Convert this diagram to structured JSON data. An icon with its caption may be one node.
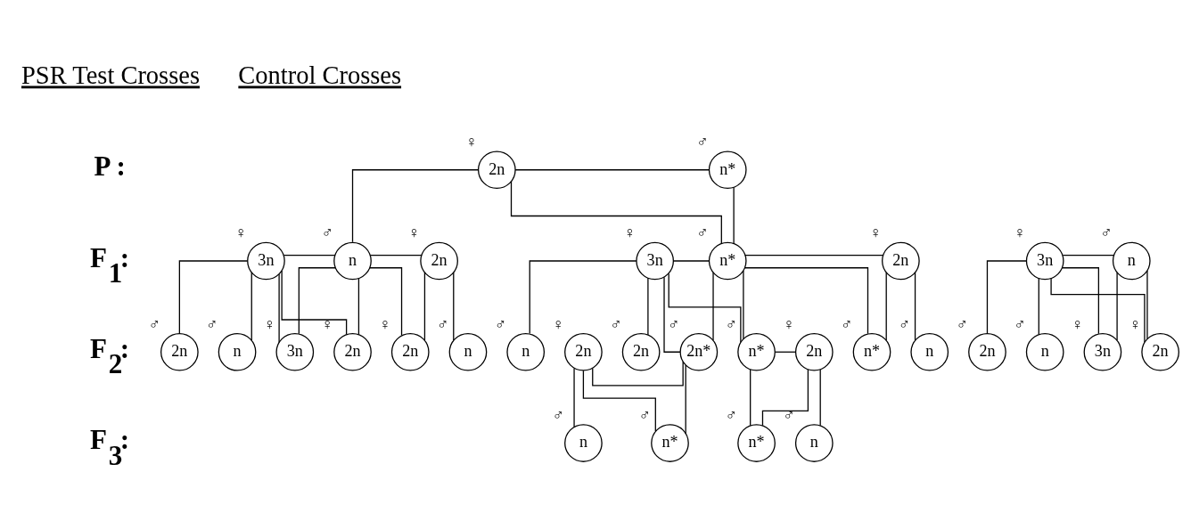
{
  "diagram": {
    "nodes": [
      {
        "text": [
          "2n"
        ],
        "beside": [
          "♀"
        ]
      },
      {
        "text": [
          "n*"
        ],
        "beside": [
          "♂"
        ]
      },
      {
        "text": [
          "3n"
        ],
        "beside": [
          "♀"
        ]
      },
      {
        "text": [
          "n"
        ],
        "beside": [
          "♂"
        ]
      },
      {
        "text": [
          "2n"
        ],
        "beside": [
          "♀"
        ]
      },
      {
        "text": [
          "3n"
        ],
        "beside": [
          "♀"
        ]
      },
      {
        "text": [
          "n*"
        ],
        "beside": [
          "♂"
        ]
      },
      {
        "text": [
          "2n"
        ],
        "beside": [
          "♀"
        ]
      },
      {
        "text": [
          "3n"
        ],
        "beside": [
          "♀"
        ]
      },
      {
        "text": [
          "n"
        ],
        "beside": [
          "♂"
        ]
      },
      {
        "text": [
          "2n"
        ],
        "beside": [
          "♂"
        ]
      },
      {
        "text": [
          "n"
        ],
        "beside": [
          "♂"
        ]
      },
      {
        "text": [
          "3n"
        ],
        "beside": [
          "♀"
        ]
      },
      {
        "text": [
          "2n"
        ],
        "beside": [
          "♀"
        ]
      },
      {
        "text": [
          "2n"
        ],
        "beside": [
          "♀"
        ]
      },
      {
        "text": [
          "n"
        ],
        "beside": [
          "♂"
        ]
      },
      {
        "text": [
          "2n"
        ],
        "beside": [
          "♂"
        ]
      },
      {
        "text": [
          "n"
        ],
        "beside": [
          "♂"
        ]
      },
      {
        "text": [
          "2n"
        ],
        "beside": [
          "♀"
        ]
      },
      {
        "text": [
          "2n*"
        ],
        "beside": [
          "♂"
        ]
      },
      {
        "text": [
          "2n"
        ],
        "beside": [
          "♀"
        ]
      },
      {
        "text": [
          "n*"
        ],
        "beside": [
          "♂"
        ]
      },
      {
        "text": [
          "n*"
        ],
        "beside": [
          "♂"
        ]
      },
      {
        "text": [
          "n"
        ],
        "beside": [
          "♂"
        ]
      },
      {
        "text": [
          "2n"
        ],
        "beside": [
          "♂"
        ]
      },
      {
        "text": [
          "n"
        ],
        "beside": [
          "♂"
        ]
      },
      {
        "text": [
          "3n"
        ],
        "beside": [
          "♀"
        ]
      },
      {
        "text": [
          "2n"
        ],
        "beside": [
          "♀"
        ]
      },
      {
        "text": [
          "n"
        ],
        "beside": [
          "♂"
        ]
      },
      {
        "text": [
          "n*"
        ],
        "beside": [
          "♂"
        ]
      },
      {
        "text": [
          "n"
        ],
        "beside": [
          "♂"
        ]
      },
      {
        "text": [
          "n*"
        ],
        "beside": [
          "♂"
        ]
      }
    ],
    "edges": [
      {
        "from": 0,
        "to": 1,
        "arrow": "none"
      },
      {
        "from": 0,
        "to": 3,
        "arrow": "none"
      },
      {
        "from": 0,
        "to": 6,
        "arrow": "none"
      },
      {
        "from": 1,
        "to": 6,
        "arrow": "none"
      },
      {
        "from": 2,
        "to": 3,
        "arrow": "none"
      },
      {
        "from": 3,
        "to": 4,
        "arrow": "none"
      },
      {
        "from": 5,
        "to": 6,
        "arrow": "none"
      },
      {
        "from": 6,
        "to": 7,
        "arrow": "none"
      },
      {
        "from": 8,
        "to": 9,
        "arrow": "none"
      },
      {
        "from": 2,
        "to": 10,
        "arrow": "none"
      },
      {
        "from": 2,
        "to": 11,
        "arrow": "none"
      },
      {
        "from": 2,
        "to": 12,
        "arrow": "none"
      },
      {
        "from": 3,
        "to": 12,
        "arrow": "none"
      },
      {
        "from": 2,
        "to": 13,
        "arrow": "none"
      },
      {
        "from": 3,
        "to": 13,
        "arrow": "none"
      },
      {
        "from": 3,
        "to": 14,
        "arrow": "none"
      },
      {
        "from": 4,
        "to": 14,
        "arrow": "none"
      },
      {
        "from": 4,
        "to": 15,
        "arrow": "none"
      },
      {
        "from": 5,
        "to": 16,
        "arrow": "none"
      },
      {
        "from": 5,
        "to": 17,
        "arrow": "none"
      },
      {
        "from": 5,
        "to": 19,
        "arrow": "none"
      },
      {
        "from": 6,
        "to": 19,
        "arrow": "none"
      },
      {
        "from": 5,
        "to": 21,
        "arrow": "none"
      },
      {
        "from": 6,
        "to": 21,
        "arrow": "none"
      },
      {
        "from": 6,
        "to": 22,
        "arrow": "none"
      },
      {
        "from": 7,
        "to": 22,
        "arrow": "none"
      },
      {
        "from": 7,
        "to": 23,
        "arrow": "none"
      },
      {
        "from": 18,
        "to": 19,
        "arrow": "none"
      },
      {
        "from": 20,
        "to": 21,
        "arrow": "none"
      },
      {
        "from": 8,
        "to": 24,
        "arrow": "none"
      },
      {
        "from": 8,
        "to": 25,
        "arrow": "none"
      },
      {
        "from": 8,
        "to": 26,
        "arrow": "none"
      },
      {
        "from": 9,
        "to": 26,
        "arrow": "none"
      },
      {
        "from": 8,
        "to": 27,
        "arrow": "none"
      },
      {
        "from": 9,
        "to": 27,
        "arrow": "none"
      },
      {
        "from": 18,
        "to": 28,
        "arrow": "none"
      },
      {
        "from": 18,
        "to": 29,
        "arrow": "none"
      },
      {
        "from": 19,
        "to": 29,
        "arrow": "none"
      },
      {
        "from": 20,
        "to": 30,
        "arrow": "none"
      },
      {
        "from": 20,
        "to": 31,
        "arrow": "none"
      },
      {
        "from": 21,
        "to": 31,
        "arrow": "none"
      }
    ],
    "labels": [
      "PSR Test Crosses",
      "Control Crosses",
      "P :",
      "F$_{1}$:",
      "F$_{2}$:",
      "F$_{3}$:"
    ]
  }
}
